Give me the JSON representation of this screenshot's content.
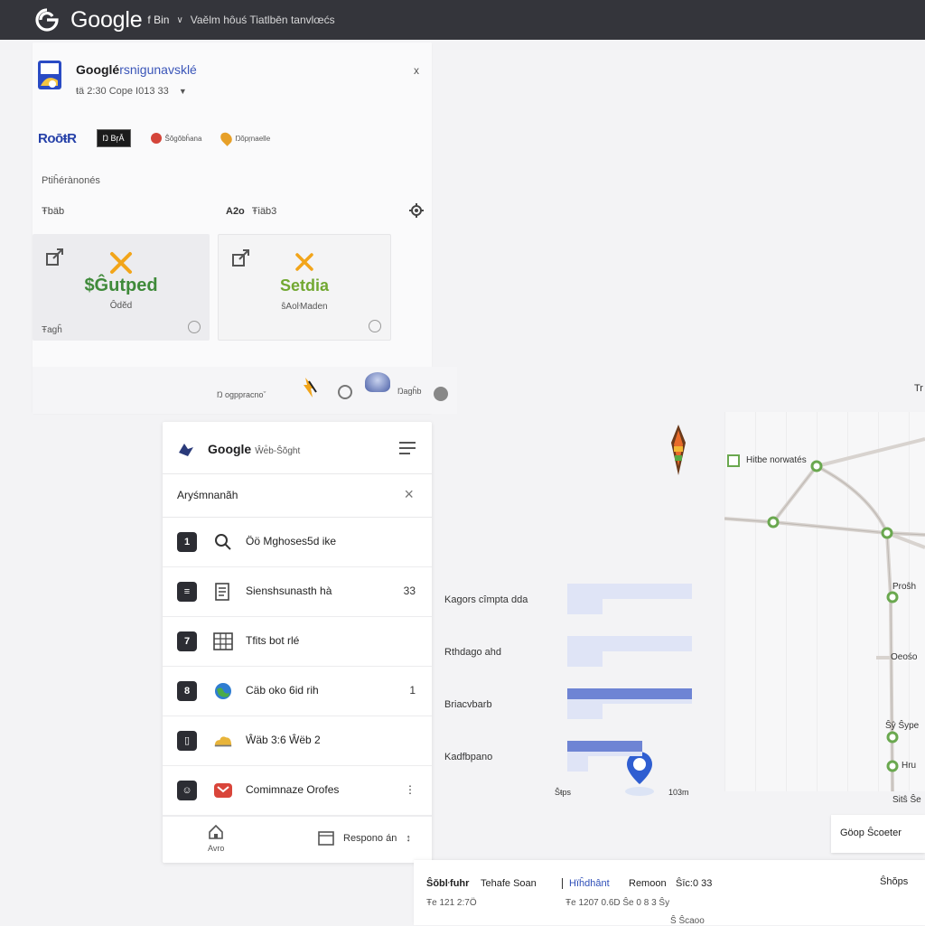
{
  "topbar": {
    "brand": "Google",
    "brand_sub": "f Bin",
    "breadcrumb": "Vaělm hôuś  Tiatlbēn tanvlœćs"
  },
  "card_top": {
    "app_name": "Googlé",
    "app_tag": "rsnigunavsklé",
    "meta": "ŧä  2:30  Cope I013 33",
    "close": "x",
    "logos": {
      "a": "RoōŧR",
      "b": "Ŋ BŗĀ",
      "c": "Ŝŏgŏbĥana",
      "d": "Ŋŏpŗnaelle"
    },
    "section_label": "Ptiĥérànonés",
    "row_left": "Ŧbäb",
    "row_right_bold": "A2o",
    "row_right": "Ŧiäb3",
    "tiles": [
      {
        "big": "$Ĝutped",
        "small": "Ôdĕd",
        "foot": "Ŧagĥ"
      },
      {
        "big": "Setdia",
        "small": "ŝAoŀMaden",
        "foot": ""
      }
    ],
    "footer_label": "Ŋ ogppracnoˇ",
    "footer_label2": "Ŋagĥb"
  },
  "panel": {
    "title": "Google",
    "title_tag": "Ŵe̊b-Ŝŏght",
    "sub_label": "Aryśmnanãh",
    "items": [
      {
        "num": "1",
        "icon": "search-icon",
        "text": "Öö Mghoses5d ike",
        "count": ""
      },
      {
        "num": "≡",
        "icon": "document-icon",
        "text": "Sienshsunasth hà",
        "count": "33"
      },
      {
        "num": "7",
        "icon": "spreadsheet-icon",
        "text": "Tfits bot rlé",
        "count": ""
      },
      {
        "num": "8",
        "icon": "globe-icon",
        "text": "Cäb oko 6id rih",
        "count": "1"
      },
      {
        "num": "▯",
        "icon": "cloud-icon",
        "text": "Ŵäb 3:6 Ŵëb 2",
        "count": ""
      },
      {
        "num": "☺",
        "icon": "gmail-icon",
        "text": "Comimnaze Orofes",
        "count": "⋮"
      }
    ],
    "home_label": "Avro",
    "resp_label": "Respono án"
  },
  "chart_data": {
    "type": "bar",
    "categories": [
      "Kagors cîmpta dda",
      "Rthdago ahd",
      "Briacvbarb",
      "Kadfbpano"
    ],
    "series": [
      {
        "values": [
          100,
          100,
          100,
          60
        ]
      },
      {
        "values": [
          0,
          0,
          100,
          60
        ]
      }
    ],
    "xlabel_left": "Ŝŧps",
    "xlabel_right": "103m"
  },
  "map": {
    "top_label": "Tr",
    "node_label": "Hitbe norwatés",
    "labels": [
      "Proŝh",
      "Oeośo",
      "Ŝŷ Ŝype",
      "Hru"
    ],
    "bottom_label": "Sitŝ Ŝe"
  },
  "chip": {
    "label": "Göop Ŝcoeter"
  },
  "bottombar": {
    "c1": "Ŝŏbŀfuhr",
    "c2": "Tehafe Soan",
    "c3": "Hïĥdhânt",
    "c4": "Remoon",
    "c5": "Ŝīc:0 33",
    "c6": "Ŝhŏps",
    "s1": "Ŧe  121 2:7Ö",
    "s2": "Ŧe  1207 0.6D  Ŝe 0 8 3 Ŝy",
    "s3": "Ŝ Ŝcaoo"
  },
  "colors": {
    "topbar": "#34353b",
    "accent_blue": "#6e84d4",
    "bar_bg": "#dfe4f6",
    "map_node": "#6aa84f"
  }
}
